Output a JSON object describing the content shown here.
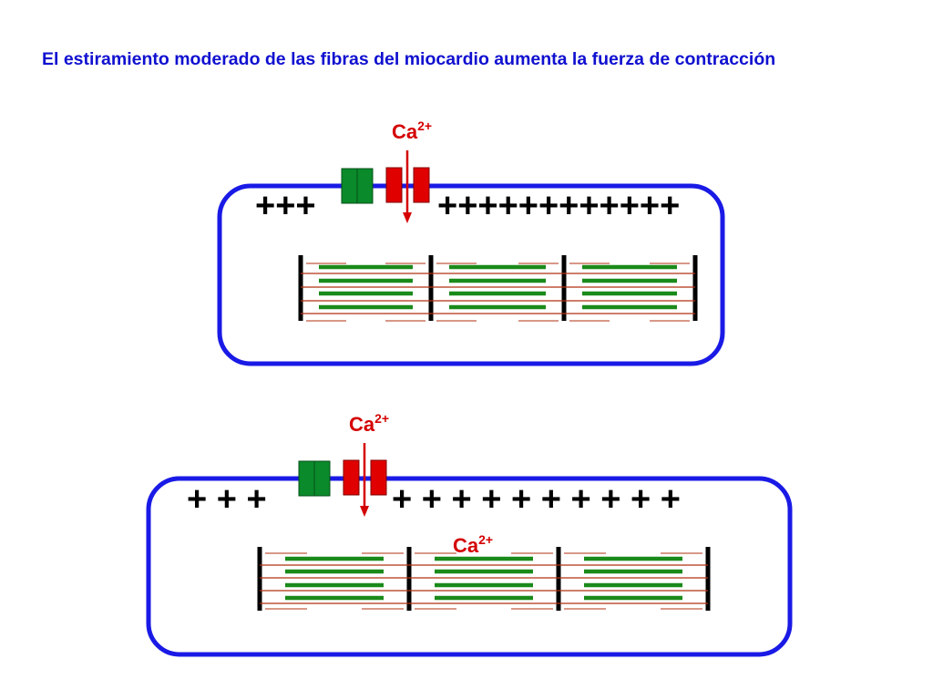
{
  "title": "El estiramiento moderado de las fibras del miocardio aumenta la fuerza de contracción",
  "colors": {
    "membrane": "#1a1ae6",
    "l_type_channel": "#e00000",
    "green_channel": "#0a8a2a",
    "thick_filament": "#1a8a1a",
    "thin_filament": "#b03010",
    "z_line": "#000000",
    "text_blue": "#1010d0",
    "text_red": "#d40000"
  },
  "cell_top": {
    "ion_label": {
      "base": "Ca",
      "sup": "2+"
    },
    "charges_left": "+++",
    "charges_right": "++++++++++++"
  },
  "cell_bottom": {
    "ion_label": {
      "base": "Ca",
      "sup": "2+"
    },
    "charges_left": "+ + +",
    "charges_right": "+ + + + + + + + + +",
    "internal_ion_label": {
      "base": "Ca",
      "sup": "2+"
    }
  }
}
